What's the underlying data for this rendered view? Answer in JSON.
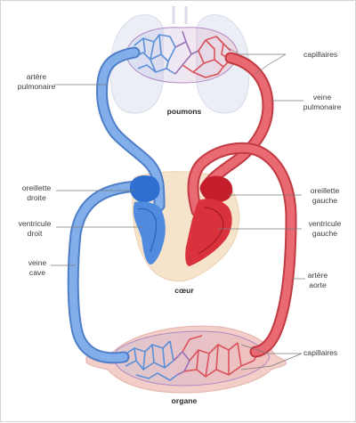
{
  "labels": {
    "capillaires_top": "capillaires",
    "artere_pulmonaire_1": "artère",
    "artere_pulmonaire_2": "pulmonaire",
    "poumons": "poumons",
    "veine_pulmonaire_1": "veine",
    "veine_pulmonaire_2": "pulmonaire",
    "oreillette_droite_1": "oreillette",
    "oreillette_droite_2": "droite",
    "ventricule_droit_1": "ventricule",
    "ventricule_droit_2": "droit",
    "oreillette_gauche_1": "oreillette",
    "oreillette_gauche_2": "gauche",
    "ventricule_gauche_1": "ventricule",
    "ventricule_gauche_2": "gauche",
    "veine_cave_1": "veine",
    "veine_cave_2": "cave",
    "artere_aorte_1": "artère",
    "artere_aorte_2": "aorte",
    "coeur": "cœur",
    "capillaires_bottom": "capillaires",
    "organe": "organe"
  },
  "colors": {
    "deoxygenated": "#6d9fe0",
    "oxygenated": "#e2525c",
    "lungs": "#ecedf6",
    "heart": "#f6e2ca",
    "organ": "#f2c9c3"
  }
}
